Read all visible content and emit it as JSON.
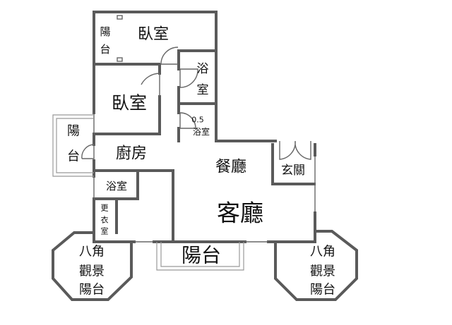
{
  "rooms": {
    "bedroom_top": "臥室",
    "balcony_top": [
      "陽",
      "台"
    ],
    "bath_right": [
      "浴",
      "室"
    ],
    "bedroom_middle": "臥室",
    "half_bath": {
      "size": "0.5",
      "label": "浴室"
    },
    "balcony_left": [
      "陽",
      "台"
    ],
    "kitchen": "廚房",
    "dining": "餐廳",
    "entrance": "玄關",
    "living": "客廳",
    "bath_left": "浴室",
    "dressing_room": [
      "更",
      "衣",
      "室"
    ],
    "balcony_bottom": "陽台",
    "octagon_left": [
      "八角",
      "觀景",
      "陽台"
    ],
    "octagon_right": [
      "八角",
      "觀景",
      "陽台"
    ]
  }
}
